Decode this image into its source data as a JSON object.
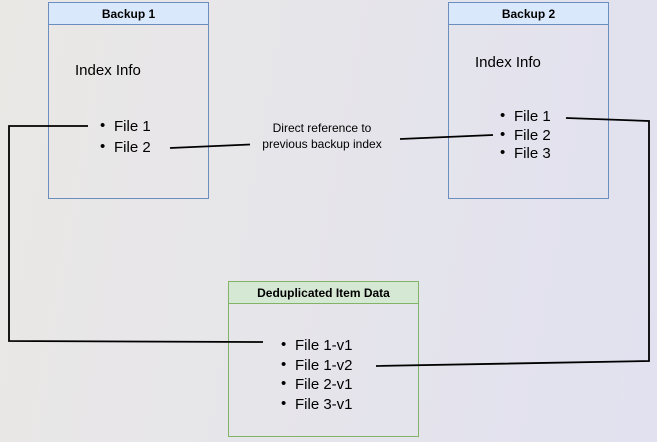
{
  "diagram": {
    "boxes": {
      "backup1": {
        "title": "Backup 1",
        "body_label": "Index Info",
        "items": [
          "File 1",
          "File 2"
        ]
      },
      "backup2": {
        "title": "Backup 2",
        "body_label": "Index Info",
        "items": [
          "File 1",
          "File 2",
          "File 3"
        ]
      },
      "dedup": {
        "title": "Deduplicated Item Data",
        "items": [
          "File 1-v1",
          "File 1-v2",
          "File 2-v1",
          "File 3-v1"
        ]
      }
    },
    "edge_label": {
      "line1": "Direct reference to",
      "line2": "previous backup index"
    },
    "colors": {
      "blue_fill": "#dae8fc",
      "blue_border": "#6c8ebf",
      "green_fill": "#d5e8d4",
      "green_border": "#82b366",
      "connector": "#000000",
      "background_left": "#eae8e5",
      "background_right": "#e1e1f0"
    }
  }
}
